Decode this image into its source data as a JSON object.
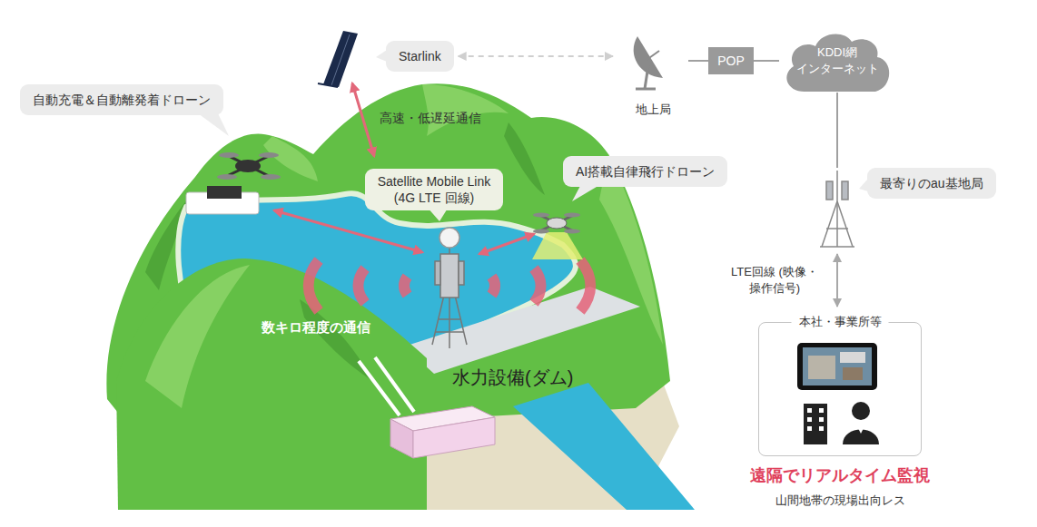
{
  "diagram": {
    "nodes": [
      {
        "text": [
          "Starlink"
        ]
      },
      {
        "text": [
          "自動充電＆自動離発着ドローン"
        ]
      },
      {
        "text": [
          "地上局"
        ]
      },
      {
        "text": [
          "POP"
        ]
      },
      {
        "text": [
          "KDDI網 インターネット"
        ]
      },
      {
        "text": [
          "Satellite Mobile Link (4G LTE 回線)"
        ]
      },
      {
        "text": [
          "AI搭載自律飛行ドローン"
        ]
      },
      {
        "text": [
          "最寄りのau基地局"
        ]
      },
      {
        "text": [
          "本社・事業所等"
        ]
      }
    ],
    "edges": [
      {
        "from": 0,
        "to": 2,
        "arrow": "both"
      },
      {
        "from": 2,
        "to": 3,
        "arrow": "none"
      },
      {
        "from": 3,
        "to": 4,
        "arrow": "none"
      },
      {
        "from": 4,
        "to": 7,
        "arrow": "none"
      },
      {
        "from": 7,
        "to": 8,
        "arrow": "both",
        "label": "LTE回線 (映像・操作信号)"
      }
    ],
    "labels": [
      "高速・低遅延通信",
      "数キロ程度の通信",
      "水力設備(ダム)",
      "遠隔でリアルタイム監視",
      "山間地帯の現場出向レス"
    ]
  }
}
